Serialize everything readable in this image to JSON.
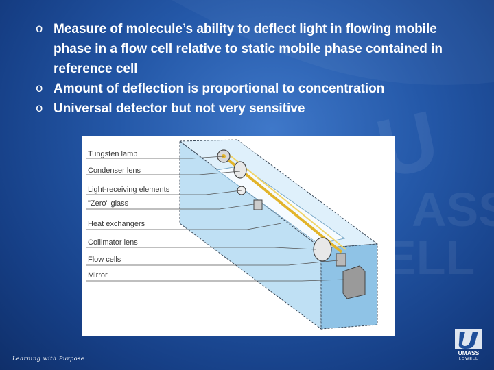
{
  "slide": {
    "bullet_marker": "o",
    "bullets": [
      "Measure of molecule’s ability to deflect light  in flowing mobile phase in a flow cell relative  to static mobile phase contained in reference cell",
      "Amount of deflection is proportional to  concentration",
      "Universal detector but not very sensitive"
    ],
    "figure": {
      "labels": [
        "Tungsten lamp",
        "Condenser lens",
        "Light-receiving elements",
        "\"Zero\" glass",
        "Heat exchangers",
        "Collimator lens",
        "Flow cells",
        "Mirror"
      ]
    },
    "footer_text": "Learning with Purpose",
    "logo": {
      "name": "UMASS",
      "sub": "LOWELL"
    }
  },
  "colors": {
    "background": "#2458a8",
    "text": "#ffffff",
    "cell_glass": "#cfe6f6",
    "light_beam": "#e2b42a"
  }
}
